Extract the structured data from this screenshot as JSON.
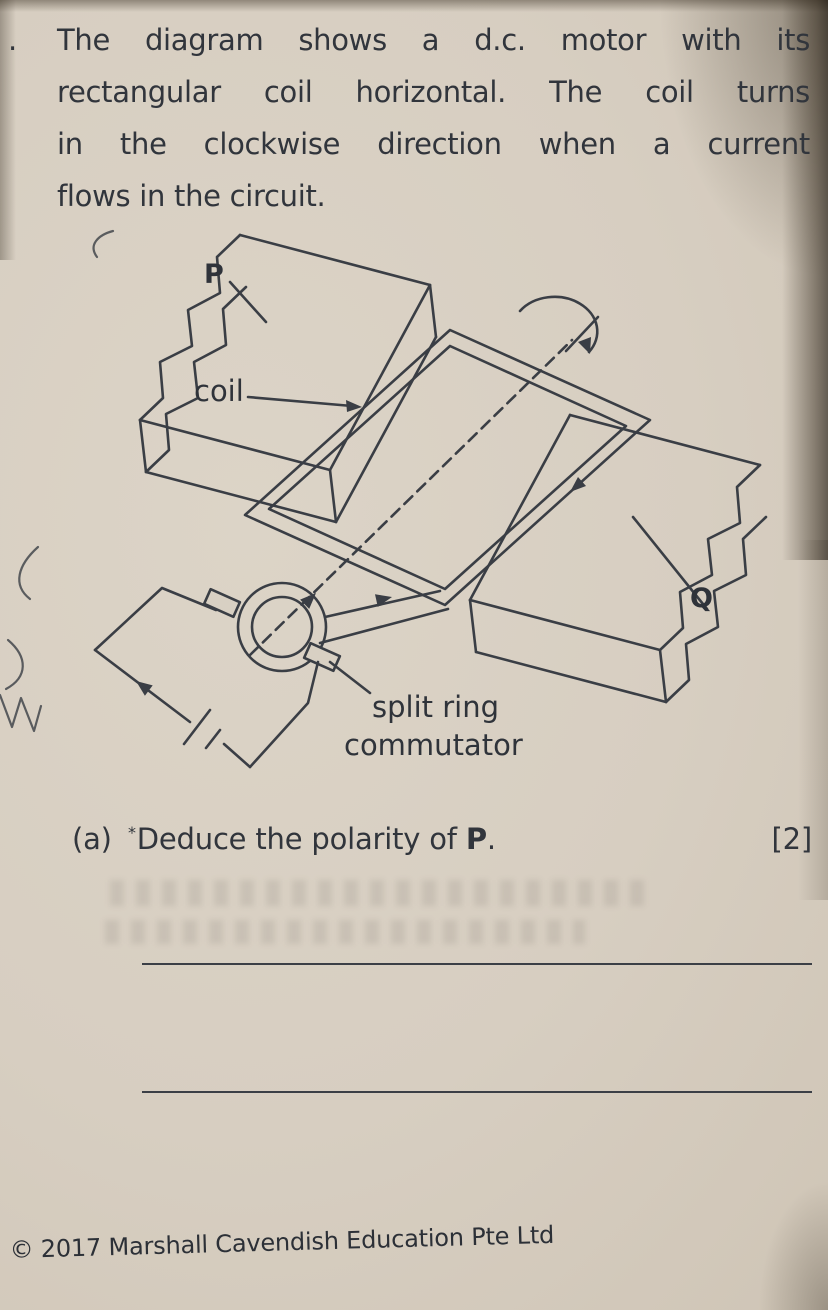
{
  "question": {
    "number_fragment": ".",
    "lines": [
      "The diagram shows a d.c. motor with its",
      "rectangular coil horizontal. The coil turns",
      "in the clockwise direction when a current",
      "flows in the circuit."
    ]
  },
  "diagram": {
    "label_p": "P",
    "label_coil": "coil",
    "label_q": "Q",
    "label_split_ring": "split ring",
    "label_commutator": "commutator"
  },
  "part_a": {
    "label": "(a)",
    "star": "*",
    "text": "Deduce the polarity of ",
    "bold": "P",
    "period": ".",
    "marks": "[2]"
  },
  "footer": "© 2017 Marshall Cavendish Education Pte Ltd",
  "colors": {
    "paper": "#d8cfc2",
    "ink": "#31353c"
  }
}
